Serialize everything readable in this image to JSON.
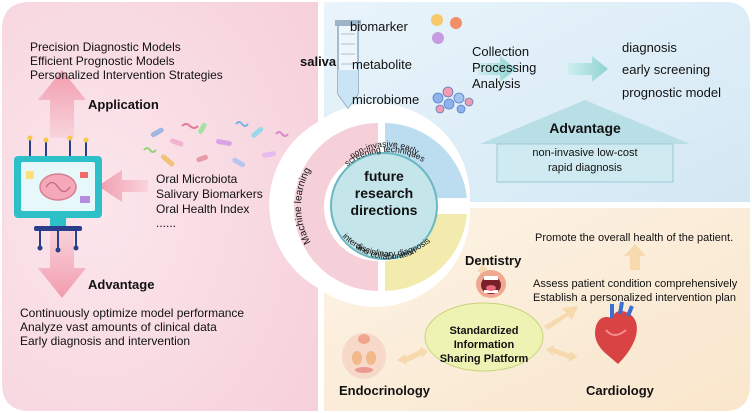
{
  "left": {
    "application_items": [
      "Precision Diagnostic Models",
      "Efficient Prognostic Models",
      "Personalized Intervention Strategies"
    ],
    "application_title": "Application",
    "data_sources": [
      "Oral Microbiota",
      "Salivary Biomarkers",
      "Oral Health Index",
      "......"
    ],
    "advantage_title": "Advantage",
    "advantage_items": [
      "Continuously optimize model performance",
      "Analyze vast amounts of clinical data",
      "Early diagnosis and intervention"
    ]
  },
  "top_right": {
    "saliva": "saliva",
    "components": [
      "biomarker",
      "metabolite",
      "microbiome"
    ],
    "process": [
      "Collection",
      "Processing",
      "Analysis"
    ],
    "outcomes": [
      "diagnosis",
      "early screening",
      "prognostic model"
    ],
    "advantage_title": "Advantage",
    "advantage_line1": "non-invasive   low-cost",
    "advantage_line2": "rapid diagnosis"
  },
  "center": {
    "title_lines": [
      "future",
      "research",
      "directions"
    ],
    "segment_top": [
      "non-invasive early",
      "screening techniques"
    ],
    "segment_left": "Machine learning",
    "segment_bottom": [
      "interdisciplinary diagnosis",
      "and collaboration"
    ]
  },
  "bottom_right": {
    "promote": "Promote the overall health of the patient.",
    "assess": "Assess patient condition comprehensively",
    "establish": "Establish a personalized intervention plan",
    "dentistry": "Dentistry",
    "platform_lines": [
      "Standardized",
      "Information",
      "Sharing Platform"
    ],
    "endocrinology": "Endocrinology",
    "cardiology": "Cardiology"
  },
  "colors": {
    "left_panel": "#f9dbe3",
    "top_right_panel": "#dcecf6",
    "bottom_right_panel": "#fbecd7",
    "center_core": "#c8e6ec",
    "segment_top": "#b7d9ee",
    "segment_left": "#f6cfd8",
    "segment_bottom": "#f5ecb0",
    "platform": "#eef3b8",
    "arrow_pink": "#f2a3b3",
    "arrow_teal": "#9fd8d8",
    "arrow_orange": "#f7d6a8",
    "advantage_box": "#cfe8f0"
  }
}
